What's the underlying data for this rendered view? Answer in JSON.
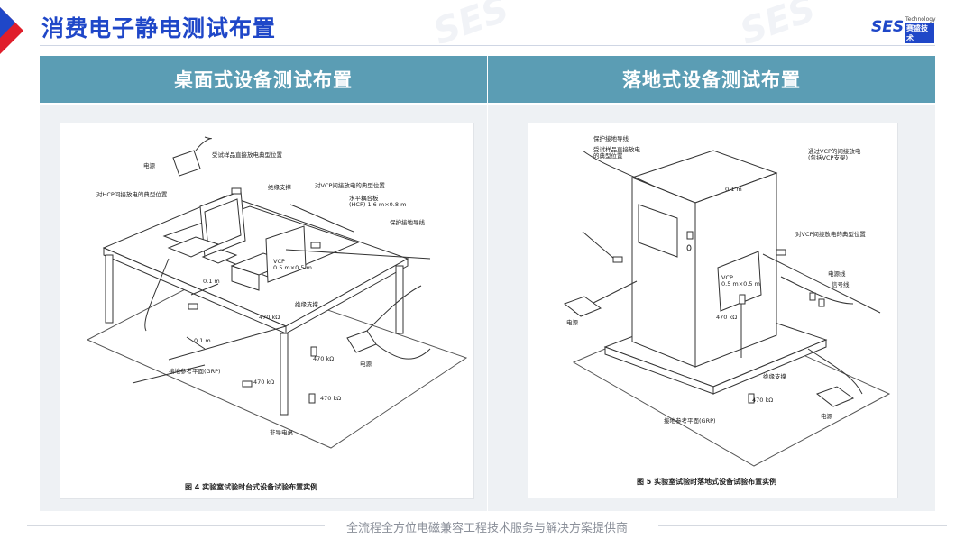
{
  "header": {
    "title": "消费电子静电测试布置",
    "logo": {
      "mark": "SES",
      "tagline": "Technology",
      "cn": "赛盛技术"
    }
  },
  "table": {
    "columns": [
      "桌面式设备测试布置",
      "落地式设备测试布置"
    ]
  },
  "left_figure": {
    "caption": "图 4    实验室试验时台式设备试验布置实例",
    "labels": {
      "power1": "电源",
      "eut_point": "受试样品直接放电典型位置",
      "hcp_point": "对HCP间接放电的典型位置",
      "insulating_support_top": "绝缘支撑",
      "vcp_point": "对VCP间接放电的典型位置",
      "hcp": "水平耦合板\n(HCP) 1.6 m×0.8 m",
      "ground_wire": "保护接地导线",
      "vcp": "VCP\n0.5 m×0.5 m",
      "dist1": "0.1 m",
      "dist2": "0.1 m",
      "insulating_support_bottom": "绝缘支撑",
      "r1": "470 kΩ",
      "r2": "470 kΩ",
      "r3": "470 kΩ",
      "r4": "470 kΩ",
      "grp": "接地参考平面(GRP)",
      "power2": "电源",
      "table": "非导电桌"
    }
  },
  "right_figure": {
    "caption": "图 5    实验室试验时落地式设备试验布置实例",
    "labels": {
      "ground_wire": "保护接地导线",
      "eut_point": "受试样品直接放电\n的典型位置",
      "dist": "0.1 m",
      "vcp_indirect": "通过VCP的间接放电\n(包括VCP支架)",
      "vcp_point": "对VCP间接放电的典型位置",
      "vcp": "VCP\n0.5 m×0.5 m",
      "power_line": "电源线",
      "signal_line": "信号线",
      "power1": "电源",
      "r1": "470 kΩ",
      "insulating_support": "绝缘支撑",
      "r2": "470 kΩ",
      "grp": "接地参考平面(GRP)",
      "power2": "电源"
    }
  },
  "footer": {
    "text": "全流程全方位电磁兼容工程技术服务与解决方案提供商"
  }
}
